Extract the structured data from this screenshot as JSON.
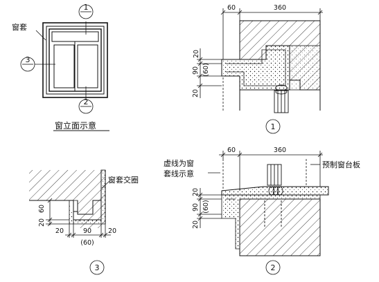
{
  "labels": {
    "window_trim": "窗套",
    "window_elevation": "窗立面示意",
    "trim_return": "窗套交圈",
    "dashed_note_line1": "虚线为窗",
    "dashed_note_line2": "套线示意",
    "precast_sill": "预制窗台板"
  },
  "markers": {
    "one_top": "1",
    "two_bottom": "2",
    "three_left": "3",
    "one_detail": "1",
    "two_detail": "2",
    "three_detail": "3"
  },
  "dims": {
    "d60_a": "60",
    "d360_a": "360",
    "d20_a": "20",
    "d90_a": "90",
    "d60p_a": "(60)",
    "d20_b": "20",
    "d60_c": "60",
    "d20_c": "20",
    "d20_d": "20",
    "d90_d": "90",
    "d20_e": "20",
    "d60p_d": "(60)",
    "d60_f": "60",
    "d360_f": "360",
    "d20_f": "20",
    "d90_f": "90",
    "d60p_f": "(60)",
    "d20_g": "20"
  },
  "colors": {
    "line": "#111111"
  }
}
